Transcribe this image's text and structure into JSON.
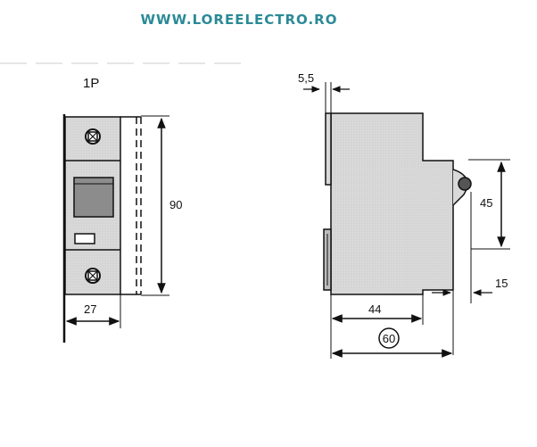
{
  "header": {
    "url": "WWW.LOREELECTRO.RO"
  },
  "front_view": {
    "poles_label": "1P",
    "height_label": "90",
    "width_label": "27"
  },
  "side_view": {
    "rail_offset_label": "5,5",
    "handle_height_label": "45",
    "handle_offset_label": "15",
    "depth_label": "44",
    "total_depth_label": "60"
  },
  "colors": {
    "url": "#2b8a96",
    "body_fill": "#d9d9d9",
    "toggle_fill": "#8c8c8c"
  }
}
